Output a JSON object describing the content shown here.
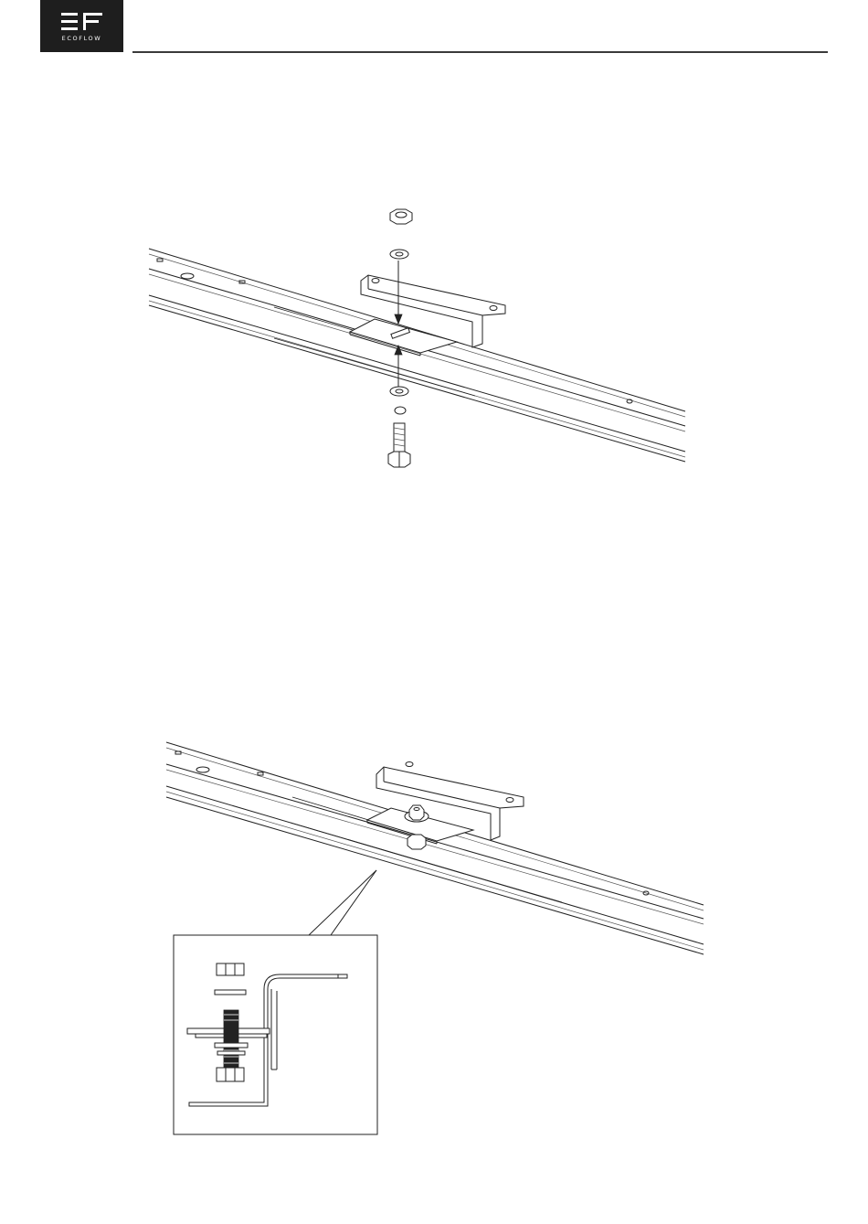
{
  "header": {
    "logo_word": "ECOFLOW",
    "logo_background": "#1e1e1e",
    "rule_color": "#3a3a3a"
  },
  "figures": [
    {
      "name": "exploded-assembly-view",
      "icon": "bracket-bolt-exploded-drawing"
    },
    {
      "name": "assembled-view-with-detail",
      "icon": "bracket-bolt-assembled-drawing"
    }
  ]
}
